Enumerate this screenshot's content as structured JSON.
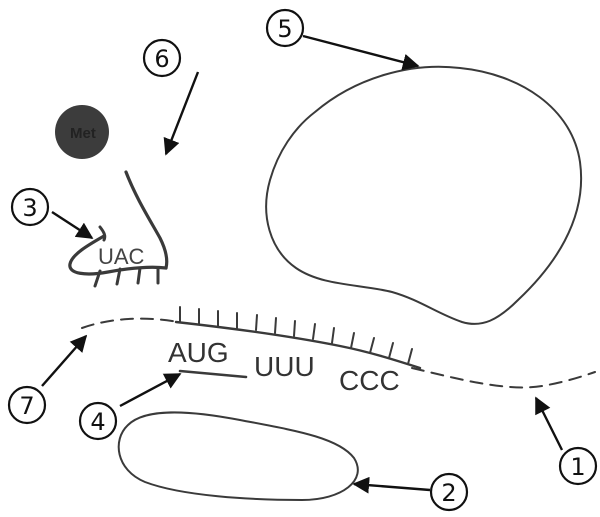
{
  "colors": {
    "ink": "#3a3a3a",
    "met_ball": "#3c3c3c",
    "background": "#ffffff"
  },
  "callouts": [
    "1",
    "2",
    "3",
    "4",
    "5",
    "6",
    "7"
  ],
  "mrna": {
    "codon1": "AUG",
    "codon2": "UUU",
    "codon3": "CCC"
  },
  "trna": {
    "anticodon": "UAC"
  },
  "amino_acid": {
    "label": "Met"
  }
}
